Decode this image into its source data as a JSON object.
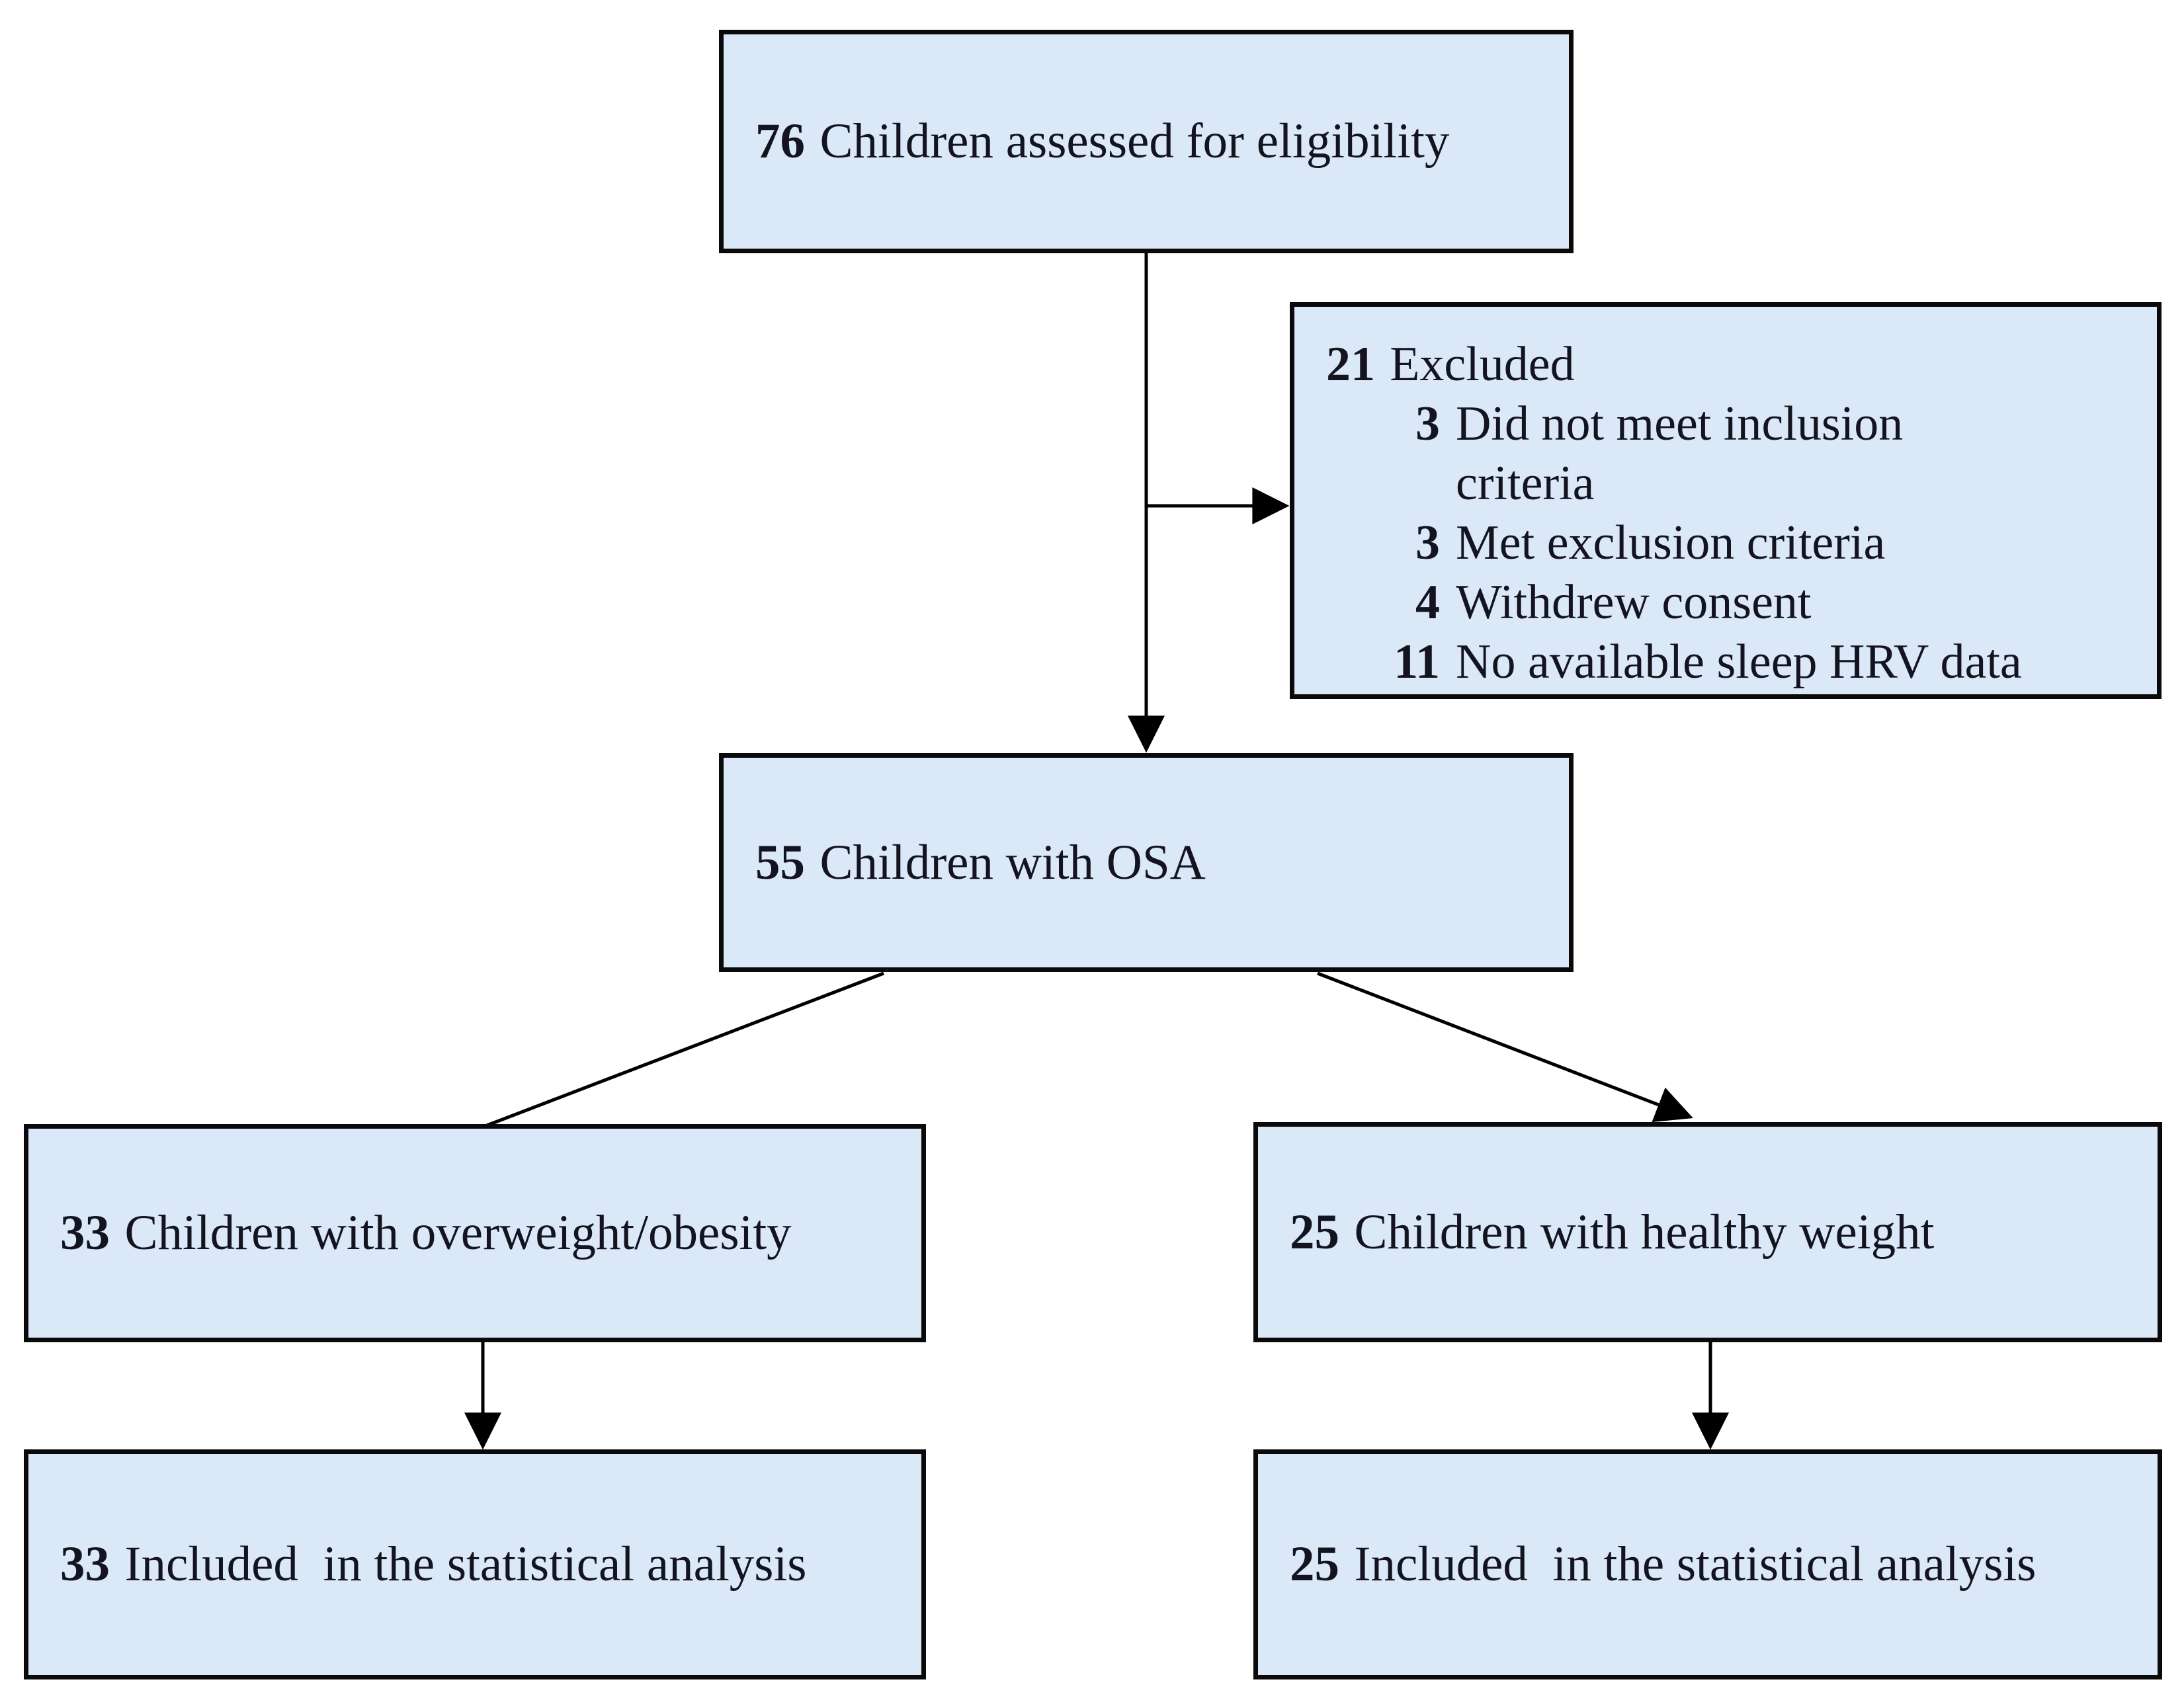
{
  "diagram": {
    "boxes": {
      "eligibility": {
        "count": "76",
        "label": "Children assessed for eligibility"
      },
      "excluded": {
        "count": "21",
        "label": "Excluded",
        "items": [
          {
            "count": "3",
            "label": "Did not meet inclusion\ncriteria"
          },
          {
            "count": "3",
            "label": "Met exclusion criteria"
          },
          {
            "count": "4",
            "label": "Withdrew consent"
          },
          {
            "count": "11",
            "label": "No available sleep HRV data"
          }
        ]
      },
      "osa": {
        "count": "55",
        "label": "Children with OSA"
      },
      "overweight": {
        "count": "33",
        "label": "Children with overweight/obesity"
      },
      "healthy": {
        "count": "25",
        "label": "Children with healthy weight"
      },
      "overweight_analysis": {
        "count": "33",
        "label": "Included  in the statistical analysis"
      },
      "healthy_analysis": {
        "count": "25",
        "label": "Included  in the statistical analysis"
      }
    },
    "colors": {
      "box_fill": "#dbe8f7",
      "box_border": "#0a0a0a",
      "connector": "#000000",
      "text": "#141420",
      "background": "#ffffff"
    }
  }
}
